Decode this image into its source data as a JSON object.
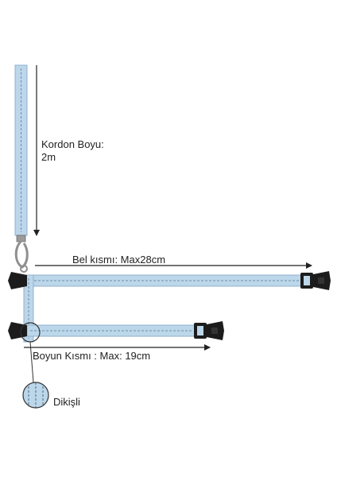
{
  "product": {
    "leash_length_label": "Kordon Boyu:",
    "leash_length_value": "2m",
    "waist_label": "Bel kısmı: Max28cm",
    "neck_label": "Boyun Kısmı : Max: 19cm",
    "stitch_label": "Dikişli"
  },
  "colors": {
    "strap": "#bcd6ea",
    "strap_edge": "#8fb2cf",
    "stitch": "#6d8fa8",
    "buckle": "#1c1c1c",
    "metal": "#9a9a9a",
    "arrow": "#222222"
  }
}
